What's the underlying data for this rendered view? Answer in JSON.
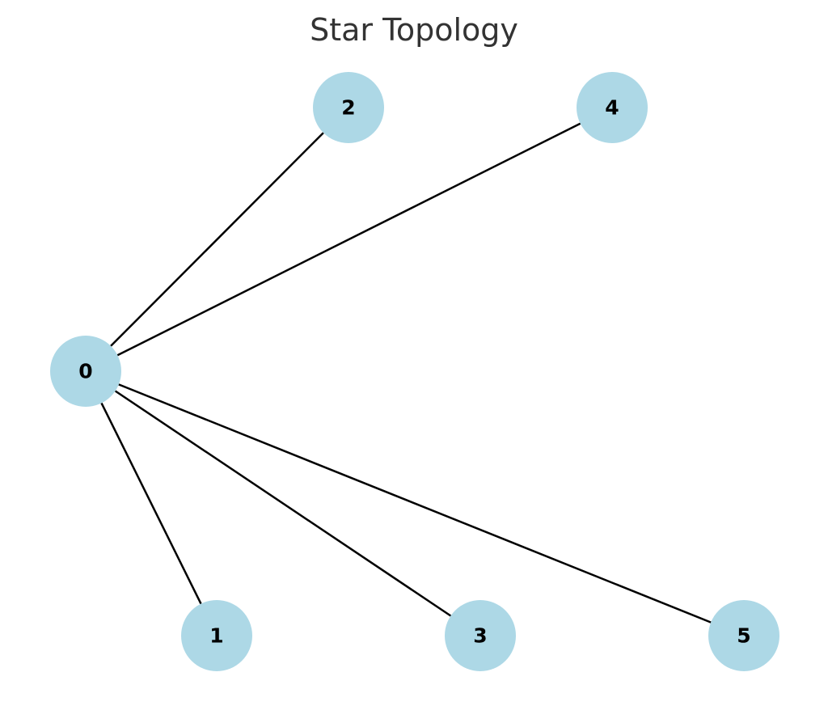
{
  "diagram": {
    "title": "Star Topology",
    "node_color": "#add8e6",
    "edge_color": "#000000",
    "hub": "0",
    "nodes": [
      {
        "id": "0",
        "label": "0"
      },
      {
        "id": "1",
        "label": "1"
      },
      {
        "id": "2",
        "label": "2"
      },
      {
        "id": "3",
        "label": "3"
      },
      {
        "id": "4",
        "label": "4"
      },
      {
        "id": "5",
        "label": "5"
      }
    ],
    "edges": [
      {
        "from": "0",
        "to": "1"
      },
      {
        "from": "0",
        "to": "2"
      },
      {
        "from": "0",
        "to": "3"
      },
      {
        "from": "0",
        "to": "4"
      },
      {
        "from": "0",
        "to": "5"
      }
    ]
  }
}
